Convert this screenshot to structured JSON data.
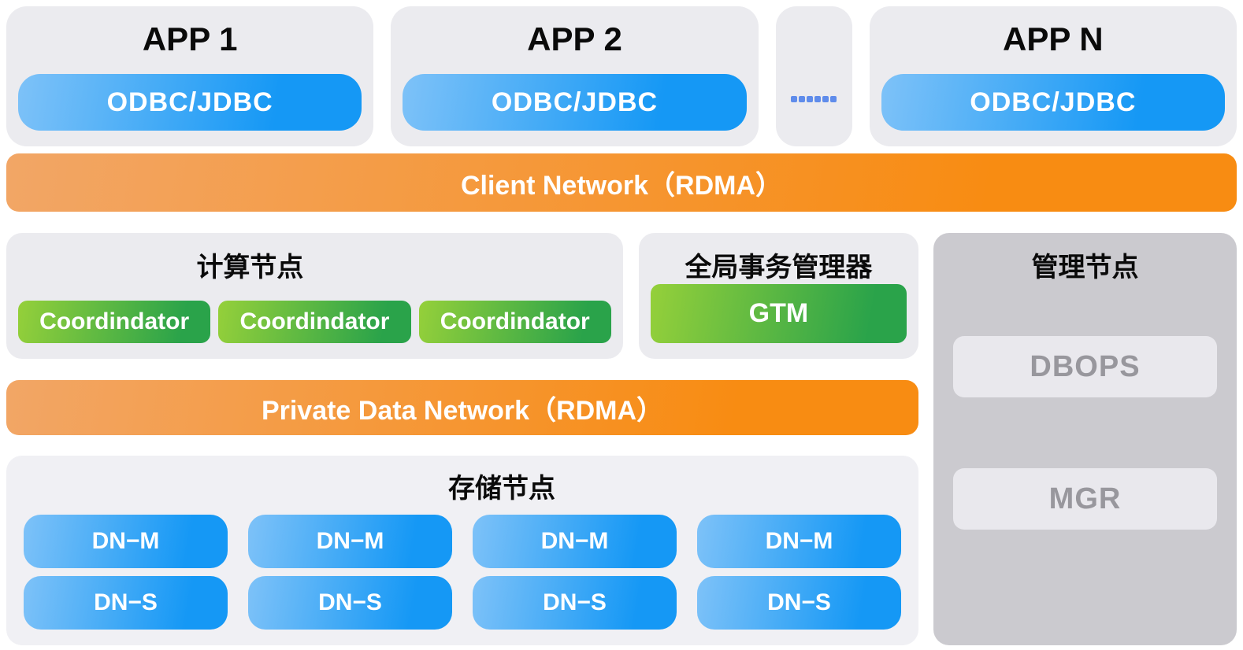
{
  "colors": {
    "card_bg": "#ebebef",
    "storage_bg": "#f0f0f4",
    "mgmt_bg": "#cbcacf",
    "mgmt_btn_bg": "#e9e8ed",
    "mgmt_btn_text": "#98979d",
    "blue_from": "#7ec2f8",
    "blue_to": "#1598f5",
    "orange_from": "#f2a666",
    "orange_to": "#f88c12",
    "green_from": "#95d03a",
    "green_to": "#2aa34a",
    "dot": "#5f8ceb",
    "title": "#0a0a0a"
  },
  "apps": [
    {
      "title": "APP 1",
      "button_label": "ODBC/JDBC"
    },
    {
      "title": "APP 2",
      "button_label": "ODBC/JDBC"
    },
    {
      "title": "APP N",
      "button_label": "ODBC/JDBC"
    }
  ],
  "client_network": {
    "label": "Client Network（RDMA）"
  },
  "compute": {
    "title": "计算节点",
    "buttons": [
      "Coordindator",
      "Coordindator",
      "Coordindator"
    ]
  },
  "gtm": {
    "title": "全局事务管理器",
    "button_label": "GTM"
  },
  "management": {
    "title": "管理节点",
    "buttons": [
      "DBOPS",
      "MGR"
    ]
  },
  "private_network": {
    "label": "Private Data Network（RDMA）"
  },
  "storage": {
    "title": "存储节点",
    "master_row": [
      "DN−M",
      "DN−M",
      "DN−M",
      "DN−M"
    ],
    "standby_row": [
      "DN−S",
      "DN−S",
      "DN−S",
      "DN−S"
    ]
  }
}
